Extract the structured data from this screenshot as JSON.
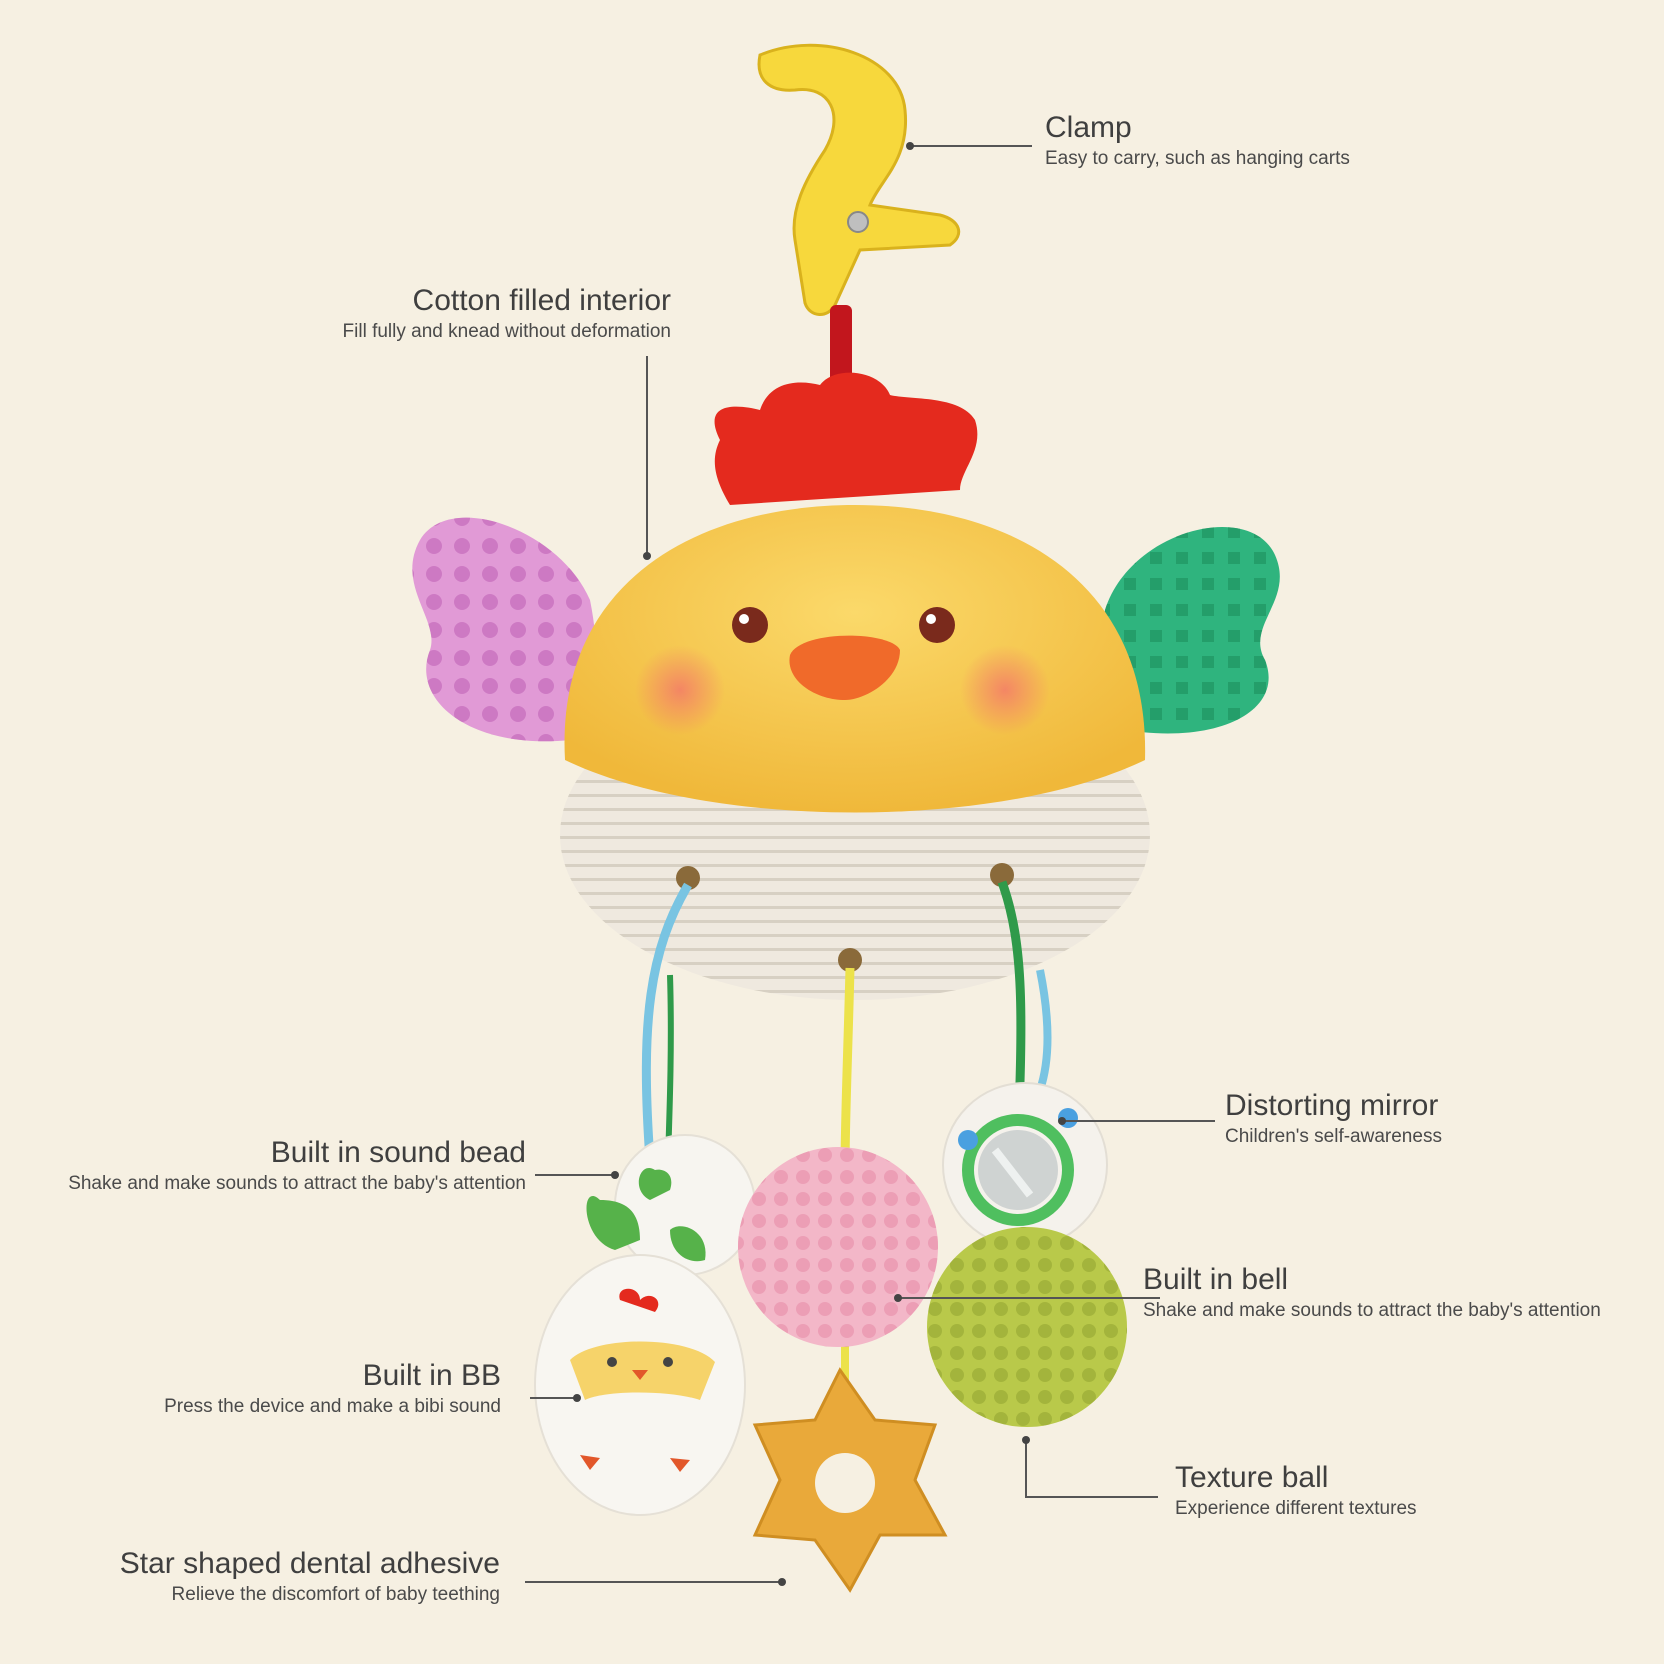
{
  "colors": {
    "background": "#f6f0e2",
    "body_yellow": "#f7c94a",
    "comb_red": "#e42a1e",
    "wing_pink": "#e19ad6",
    "wing_green": "#2fb47e",
    "clamp_yellow": "#f7d83c",
    "ball_pink": "#f3b7c8",
    "ball_green": "#b9c94a",
    "teether_orange": "#e9a93a",
    "leader_line": "#555555"
  },
  "callouts": {
    "clamp": {
      "title": "Clamp",
      "subtitle": "Easy to carry, such as hanging carts"
    },
    "cotton": {
      "title": "Cotton filled interior",
      "subtitle": "Fill fully and knead without deformation"
    },
    "distorting_mirror": {
      "title": "Distorting mirror",
      "subtitle": "Children's self-awareness"
    },
    "sound_bead": {
      "title": "Built in sound bead",
      "subtitle": "Shake and make sounds to attract the baby's attention"
    },
    "bell": {
      "title": "Built in bell",
      "subtitle": "Shake and make sounds to attract the baby's attention"
    },
    "bb": {
      "title": "Built in BB",
      "subtitle": "Press the device and make a bibi sound"
    },
    "texture_ball": {
      "title": "Texture ball",
      "subtitle": "Experience different textures"
    },
    "teether": {
      "title": "Star shaped dental adhesive",
      "subtitle": "Relieve the discomfort of baby teething"
    }
  }
}
